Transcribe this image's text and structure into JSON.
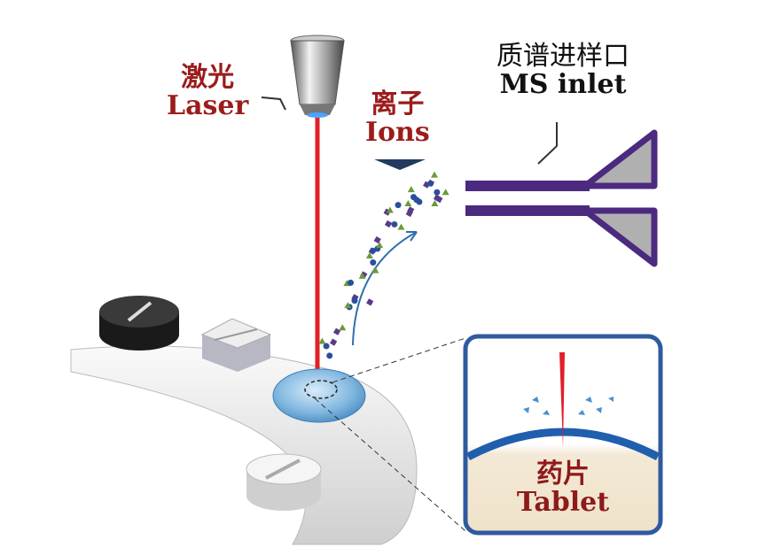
{
  "labels": {
    "laser_cn": "激光",
    "laser_en": "Laser",
    "ions_cn": "离子",
    "ions_en": "Ions",
    "ms_cn": "质谱进样口",
    "ms_en": "MS inlet",
    "tablet_cn": "药片",
    "tablet_en": "Tablet"
  },
  "colors": {
    "label_red": "#9b1c1c",
    "laser_beam": "#e0202a",
    "ms_inlet": "#4b2a80",
    "inset_border": "#2f5aa0",
    "tablet_blue": "#7fb6df"
  }
}
